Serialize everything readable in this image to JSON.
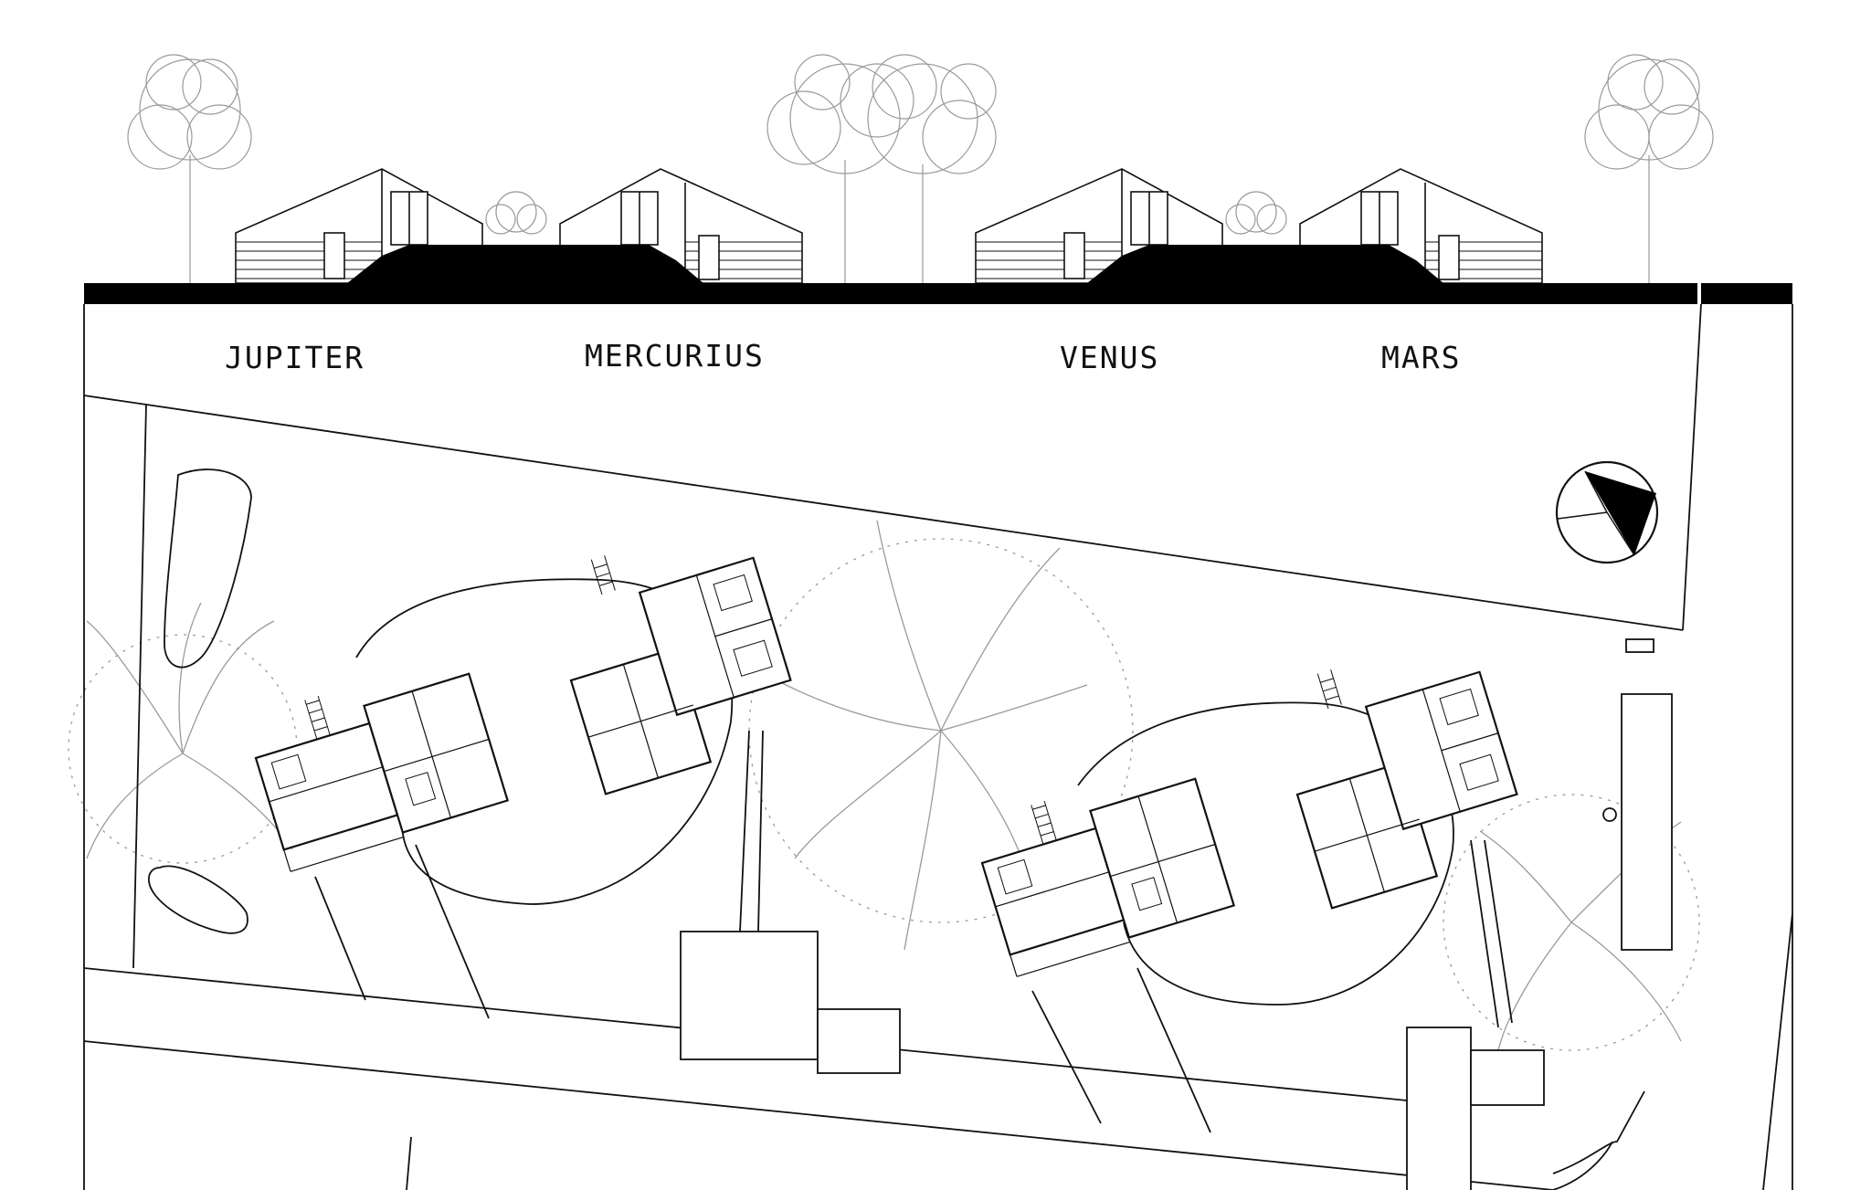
{
  "house_labels": {
    "jupiter": "JUPITER",
    "mercurius": "MERCURIUS",
    "venus": "VENUS",
    "mars": "MARS"
  },
  "icons": {
    "north_arrow": "compass-north-arrow-icon"
  },
  "colors": {
    "line": "#111111",
    "tree": "#9a9a9a",
    "fill": "#000000",
    "background": "#ffffff"
  }
}
